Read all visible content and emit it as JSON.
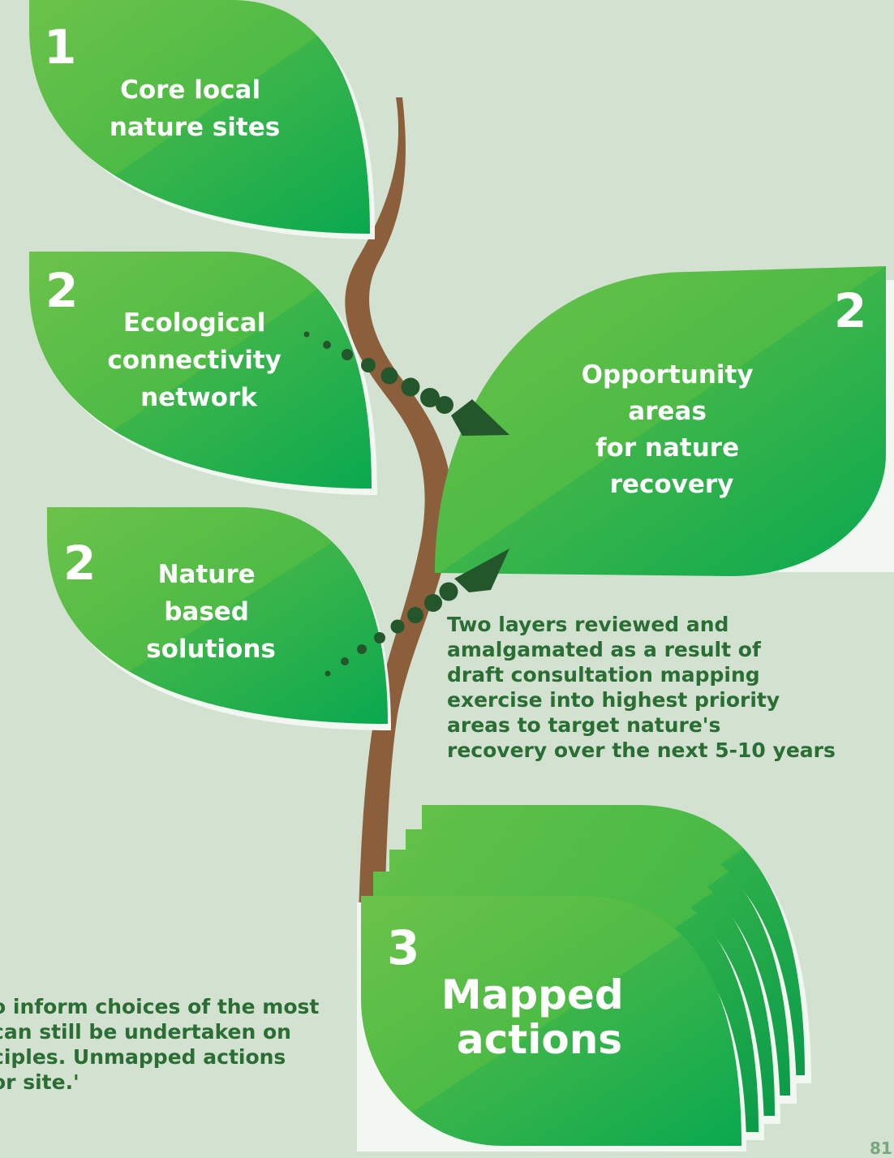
{
  "leaves": [
    {
      "number": "1",
      "lines": [
        "Core local",
        "nature sites"
      ]
    },
    {
      "number": "2",
      "lines": [
        "Ecological",
        "connectivity",
        "network"
      ]
    },
    {
      "number": "2",
      "lines": [
        "Nature",
        "based",
        "solutions"
      ]
    },
    {
      "number": "2",
      "lines": [
        "Opportunity",
        "areas",
        "for nature",
        "recovery"
      ]
    },
    {
      "number": "3",
      "lines": [
        "Mapped",
        "actions"
      ]
    }
  ],
  "note_right": [
    "Two layers reviewed and",
    "amalgamated as a result of",
    "draft consultation mapping",
    "exercise into highest priority",
    "areas to target nature's",
    "recovery over the next 5-10 years"
  ],
  "note_left": [
    "o inform choices of the most",
    " can still be undertaken on",
    "ciples. Unmapped actions",
    " or site.'"
  ],
  "page_number": "81",
  "colors": {
    "background": "#d3e1d0",
    "leaf_light": "#6cc24a",
    "leaf_dark": "#0aa84f",
    "stem": "#8b5e3c",
    "arrow": "#24562c",
    "note_text": "#2a6e34"
  }
}
